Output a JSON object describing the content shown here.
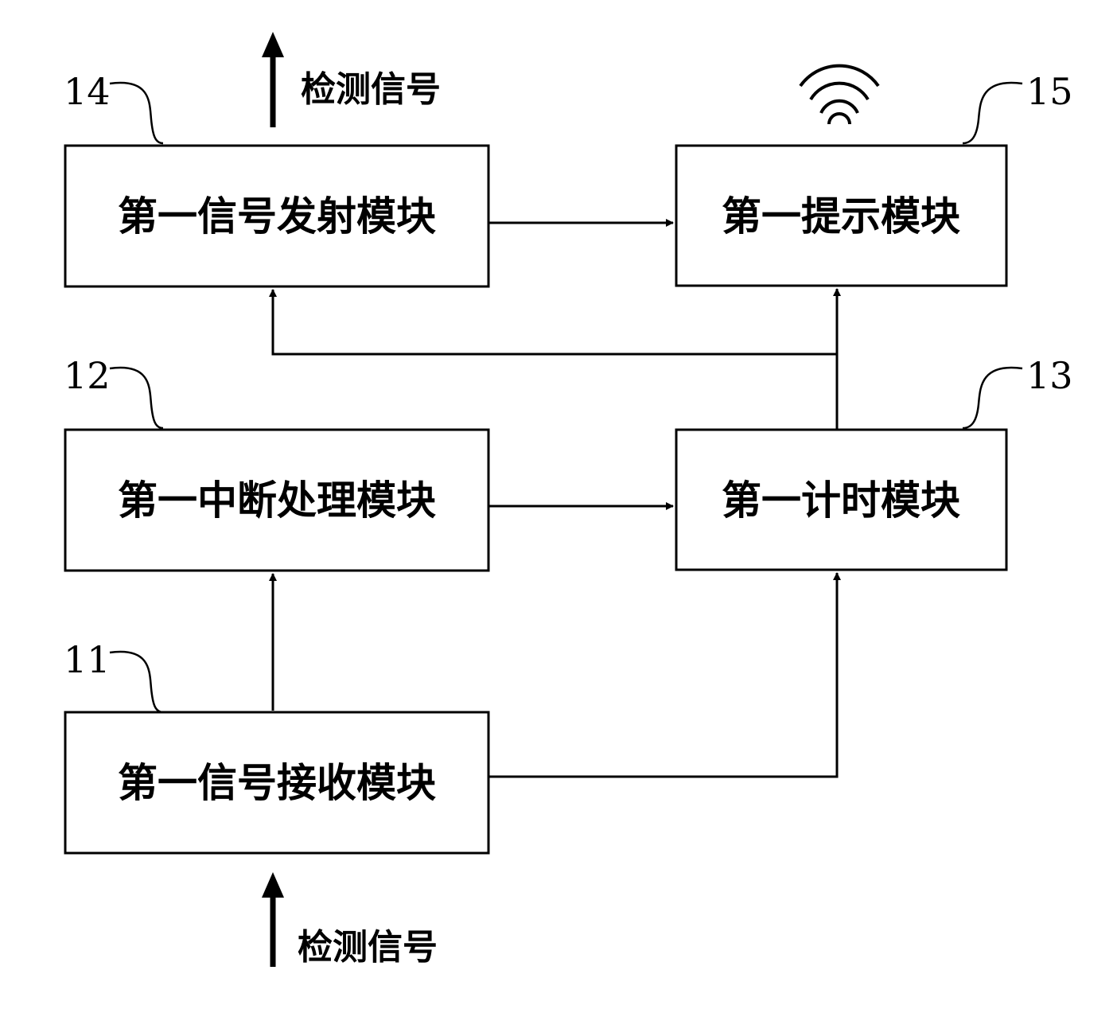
{
  "modules": {
    "signal_receive": {
      "label": "第一信号接收模块",
      "ref": "11"
    },
    "interrupt": {
      "label": "第一中断处理模块",
      "ref": "12"
    },
    "timer": {
      "label": "第一计时模块",
      "ref": "13"
    },
    "signal_transmit": {
      "label": "第一信号发射模块",
      "ref": "14"
    },
    "prompt": {
      "label": "第一提示模块",
      "ref": "15"
    }
  },
  "signals": {
    "input_label": "检测信号",
    "output_label": "检测信号"
  },
  "icons": {
    "prompt_indicator": "wireless-signal-icon"
  }
}
